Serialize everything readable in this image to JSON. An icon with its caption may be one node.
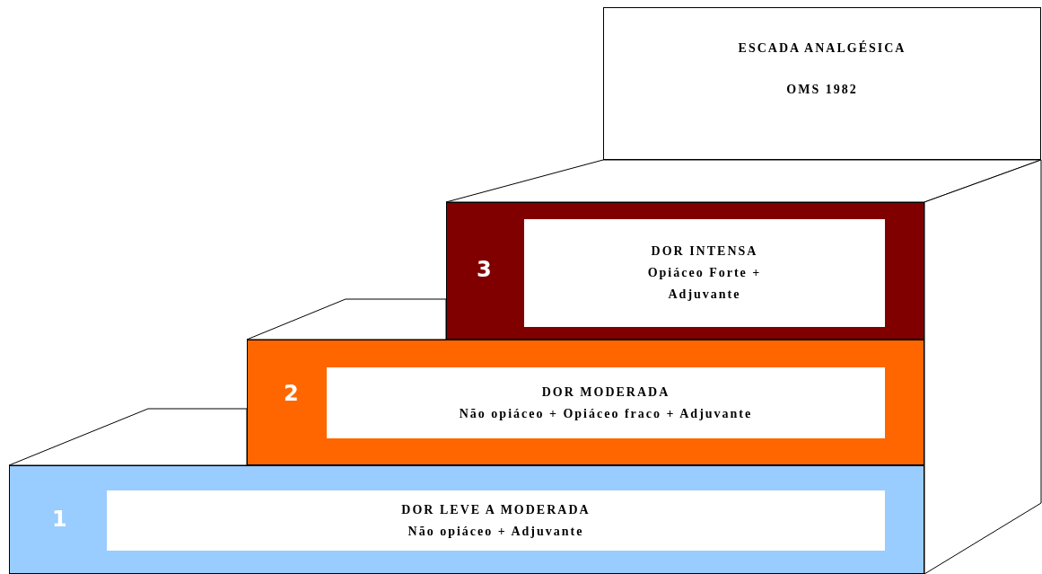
{
  "diagram": {
    "nodes": [
      {
        "text": [
          "ESCADA ANALGÉSICA",
          "OMS 1982"
        ]
      },
      {
        "text": [
          "3"
        ]
      },
      {
        "text": [
          "DOR INTENSA",
          "Opiáceo Forte + Adjuvante"
        ],
        "in": 1
      },
      {
        "text": [
          "2"
        ]
      },
      {
        "text": [
          "DOR MODERADA",
          "Não opiáceo + Opiáceo fraco + Adjuvante"
        ],
        "in": 3
      },
      {
        "text": [
          "1"
        ]
      },
      {
        "text": [
          "DOR LEVE A MODERADA",
          "Não opiáceo + Adjuvante"
        ],
        "in": 5
      }
    ]
  }
}
